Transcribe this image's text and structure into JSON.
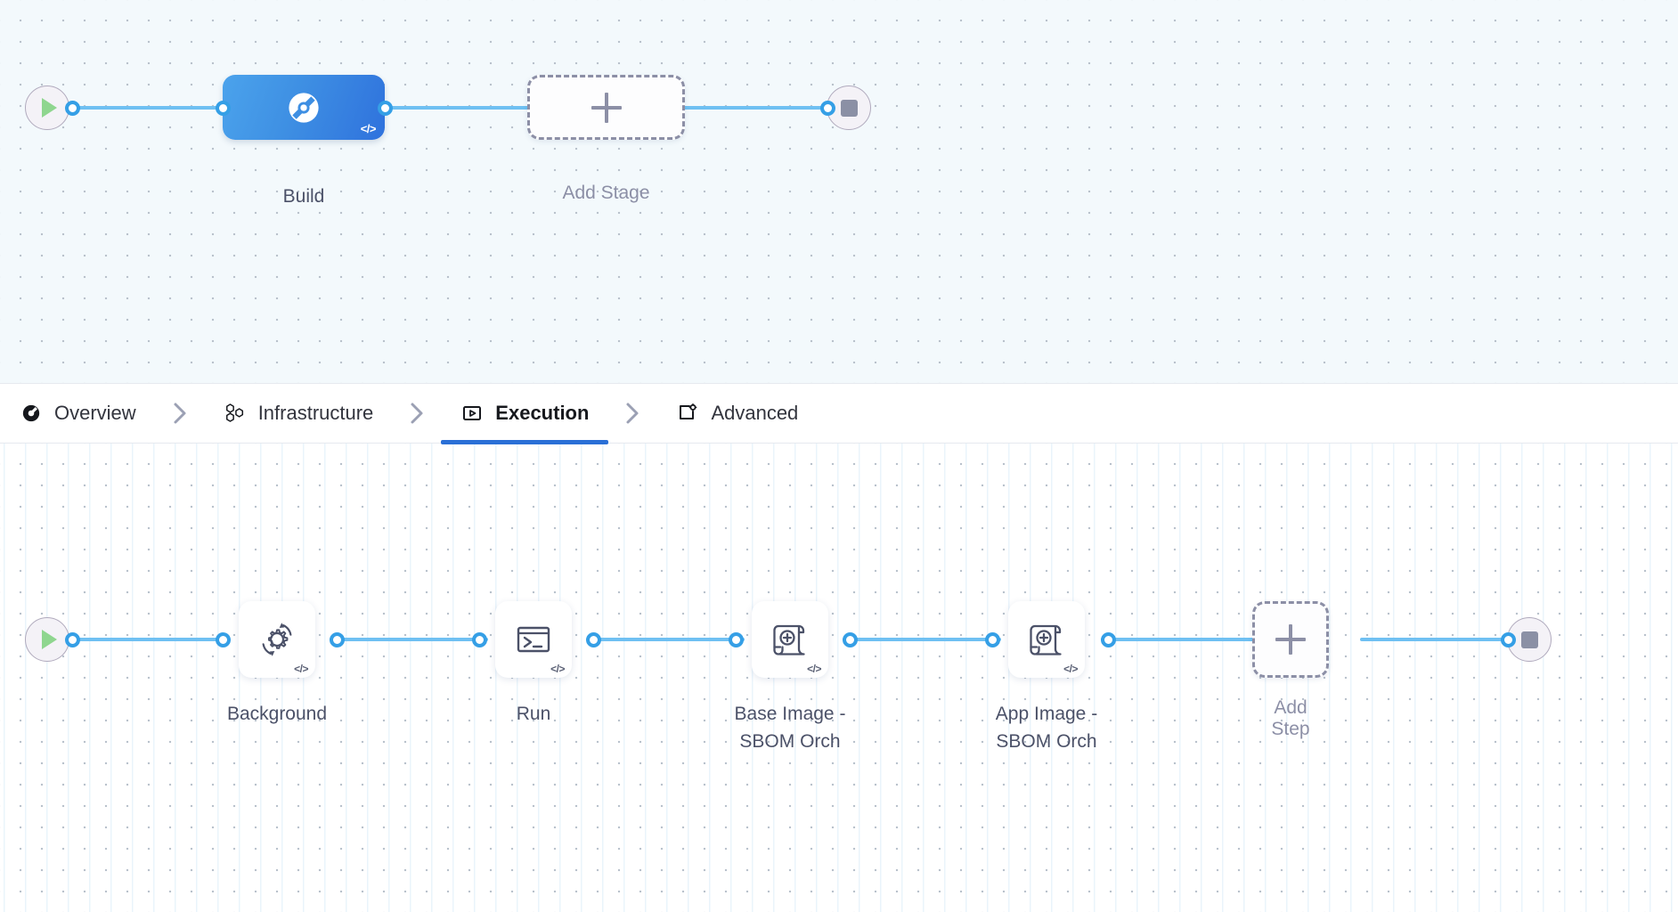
{
  "theme": {
    "stage_node_color": "#3e8fe3",
    "edge_color": "#6fc0f2",
    "port_color": "#359fe6",
    "dashed_border_color": "#8c8fa6",
    "active_tab_underline": "#2a6fd6",
    "label_color": "#4b5168",
    "start_icon_color": "#8fd68f",
    "stop_icon_color": "#8b90a5",
    "stage_canvas_bg": "#f3f9fc",
    "steps_canvas_bg": "#ffffff"
  },
  "stage_graph": {
    "start_node": {
      "icon": "play-icon",
      "name": "pipeline-start"
    },
    "end_node": {
      "icon": "stop-square-icon",
      "name": "pipeline-end"
    },
    "stages": [
      {
        "label": "Build",
        "icon": "harness-ci-icon",
        "badge": "</>",
        "selected": true
      }
    ],
    "add_stage": {
      "label": "Add Stage",
      "icon": "plus-icon"
    }
  },
  "tabs": {
    "items": [
      {
        "label": "Overview",
        "icon": "overview-pie-icon",
        "active": false
      },
      {
        "label": "Infrastructure",
        "icon": "hexagon-cluster-icon",
        "active": false
      },
      {
        "label": "Execution",
        "icon": "execution-play-box-icon",
        "active": true
      },
      {
        "label": "Advanced",
        "icon": "advanced-gear-box-icon",
        "active": false
      }
    ],
    "separator": "chevron-right-icon"
  },
  "step_graph": {
    "start_node": {
      "icon": "play-icon",
      "name": "execution-start"
    },
    "end_node": {
      "icon": "stop-square-icon",
      "name": "execution-end"
    },
    "steps": [
      {
        "label": "Background",
        "icon": "gear-refresh-icon",
        "badge": "</>"
      },
      {
        "label": "Run",
        "icon": "terminal-icon",
        "badge": "</>"
      },
      {
        "label": "Base Image -\nSBOM Orch",
        "icon": "scroll-plus-icon",
        "badge": "</>"
      },
      {
        "label": "App Image -\nSBOM Orch",
        "icon": "scroll-plus-icon",
        "badge": "</>"
      }
    ],
    "add_step": {
      "label": "Add Step",
      "icon": "plus-icon"
    }
  }
}
